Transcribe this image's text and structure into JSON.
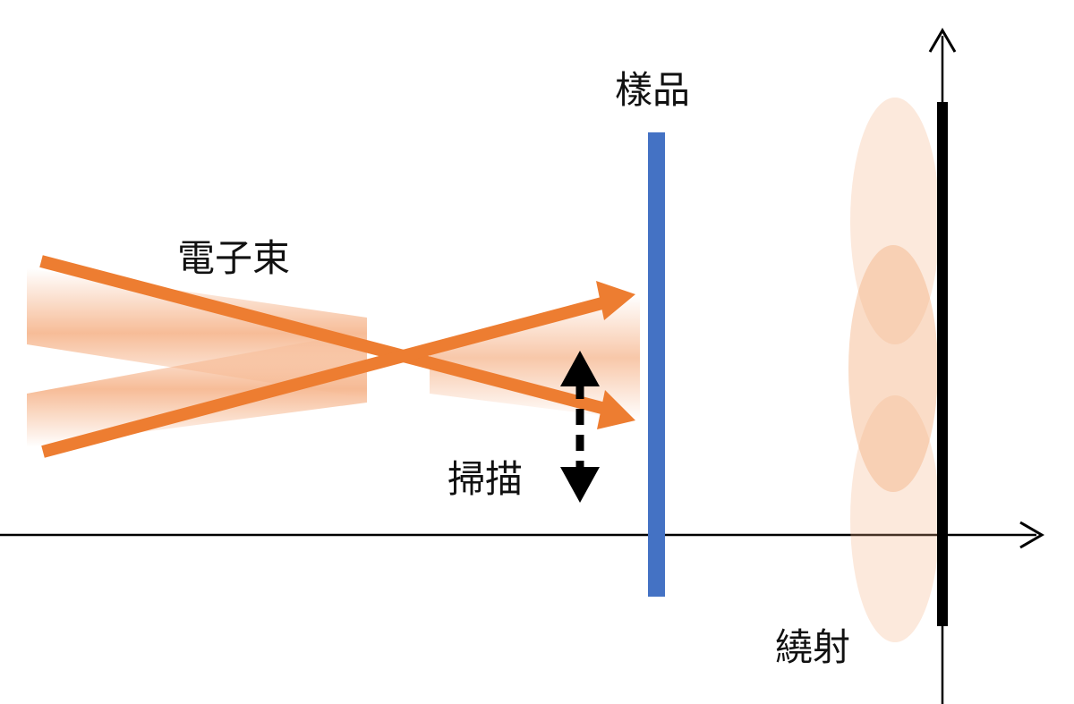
{
  "labels": {
    "sample": "樣品",
    "electron_beam": "電子束",
    "scan": "掃描",
    "diffraction": "繞射"
  },
  "colors": {
    "beam": "#ED7D31",
    "beam_glow": "#F4A878",
    "sample": "#4472C4",
    "detector": "#000000",
    "diffraction_fill": "#F4B183",
    "axis": "#000000"
  },
  "icons": {
    "scan_arrow": "double-headed-dashed-arrow",
    "axis_arrow": "arrow-head"
  }
}
